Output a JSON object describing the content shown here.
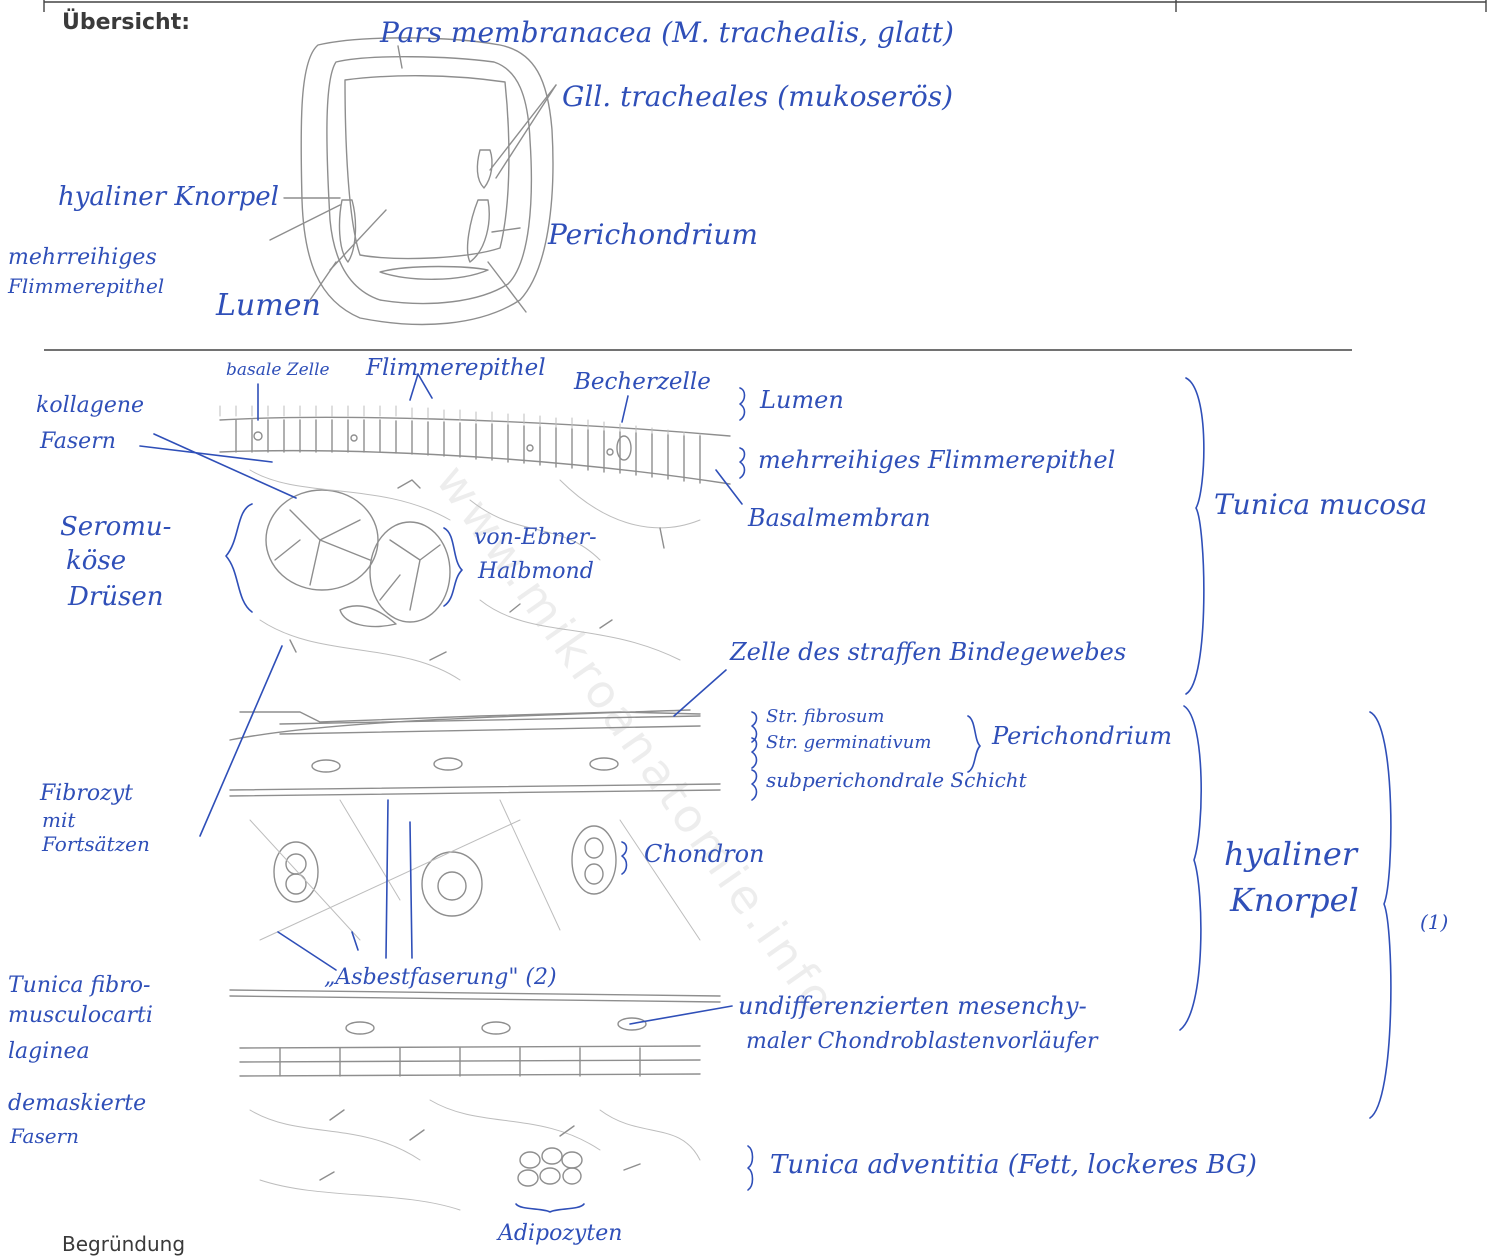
{
  "printed": {
    "heading": "Übersicht:",
    "footer": "Begründung"
  },
  "overview_labels": {
    "pars_membranacea": "Pars membranacea (M. trachealis, glatt)",
    "gll_tracheales": "Gll. tracheales (mukoserös)",
    "hyaliner_knorpel": "hyaliner Knorpel",
    "mehrreihiges": "mehrreihiges",
    "flimmerepithel": "Flimmerepithel",
    "perichondrium": "Perichondrium",
    "lumen": "Lumen"
  },
  "detail_labels": {
    "basale_zelle": "basale Zelle",
    "flimmerepithel": "Flimmerepithel",
    "becherzelle": "Becherzelle",
    "kollagene": "kollagene",
    "fasern": "Fasern",
    "lumen": "Lumen",
    "mehrreihiges_flimmerepithel": "mehrreihiges Flimmerepithel",
    "basalmembran": "Basalmembran",
    "tunica_mucosa": "Tunica mucosa",
    "seromukoese_1": "Seromu-",
    "seromukoese_2": "köse",
    "seromukoese_3": "Drüsen",
    "von_ebner_1": "von-Ebner-",
    "von_ebner_2": "Halbmond",
    "zelle_straffes_bg": "Zelle des straffen Bindegewebes",
    "str_fibrosum": "Str. fibrosum",
    "str_germinativum": "Str. germinativum",
    "perichondrium": "Perichondrium",
    "subperichondrale": "subperichondrale Schicht",
    "fibrozyt_1": "Fibrozyt",
    "fibrozyt_2": "mit",
    "fibrozyt_3": "Fortsätzen",
    "chondron": "Chondron",
    "hyaliner": "hyaliner",
    "knorpel": "Knorpel",
    "ref_1": "(1)",
    "asbestfaserung": "„Asbestfaserung\" (2)",
    "tunica_fibro_1": "Tunica fibro-",
    "tunica_fibro_2": "musculocarti",
    "tunica_fibro_3": "laginea",
    "undiff_1": "undifferenzierten mesenchy-",
    "undiff_2": "maler Chondroblastenvorläufer",
    "demaskierte": "demaskierte",
    "fasern_2": "Fasern",
    "tunica_adventitia": "Tunica adventitia (Fett, lockeres BG)",
    "adipozyten": "Adipozyten"
  },
  "watermark": "www.mikroanatomie.info",
  "colors": {
    "ink": "#2f4fb8",
    "pencil": "#8e8e8e",
    "printed": "#3a3a3a"
  }
}
